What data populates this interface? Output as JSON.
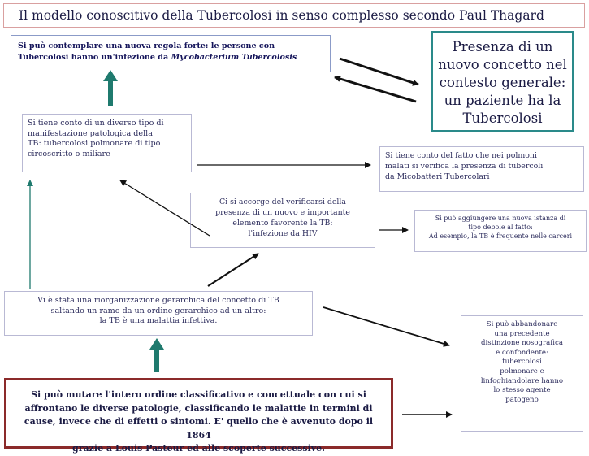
{
  "title": "Il modello conoscitivo della Tubercolosi in senso complesso secondo Paul Thagard",
  "top_box": {
    "line1": "Si può contemplare una nuova regola forte: le persone con",
    "line2_pre": "Tubercolosi hanno un'infezione da ",
    "line2_italic": "Mycobacterium Tubercolosis"
  },
  "presence_box": {
    "lines": [
      "Presenza di un",
      "nuovo concetto nel",
      "contesto generale:",
      "un paziente ha la",
      "Tubercolosi"
    ]
  },
  "manifestation_box": {
    "lines": [
      "Si tiene conto di un diverso tipo di",
      "manifestazione patologica della",
      "TB: tubercolosi  polmonare di tipo",
      "circoscritto o miliare"
    ]
  },
  "lungs_box": {
    "lines": [
      "Si tiene conto del fatto che nei polmoni",
      "malati si verifica la presenza di tubercoli",
      "da Micobatteri  Tubercolari"
    ]
  },
  "hiv_box": {
    "lines": [
      "Ci si accorge del verificarsi della",
      "presenza di un nuovo e importante",
      "elemento favorente la TB:",
      "l'infezione da  HIV"
    ]
  },
  "weak_rule_box": {
    "lines": [
      "Si può aggiungere una nuova istanza di",
      "tipo debole al fatto:",
      "Ad esempio, la TB è frequente nelle carceri"
    ]
  },
  "reorg_box": {
    "lines": [
      "Vi è stata una riorganizzazione gerarchica del concetto di TB",
      "saltando un ramo da un ordine gerarchico ad un altro:",
      "la TB è una malattia infettiva."
    ]
  },
  "abandon_box": {
    "lines": [
      "Si può abbandonare",
      "una precedente",
      "distinzione nosografica",
      "e confondente:",
      "tubercolosi",
      "polmonare e",
      "linfoghiandolare hanno",
      "lo stesso agente",
      "patogeno"
    ]
  },
  "bottom_box": {
    "lines": [
      "Si può mutare l'intero ordine classificativo e concettuale con cui si",
      "affrontano le diverse patologie, classificando le malattie in termini di",
      "cause, invece che di effetti o sintomi. E' quello che è avvenuto dopo il 1864",
      "grazie a  Louis Pasteur ed alle scoperte  successive."
    ]
  },
  "colors": {
    "teal_arrow": "#1f7a6e",
    "dark_arrow": "#111111",
    "title_border": "#d9a0a0",
    "presence_border": "#2a8a8a",
    "bottom_border": "#8b2a2a"
  }
}
